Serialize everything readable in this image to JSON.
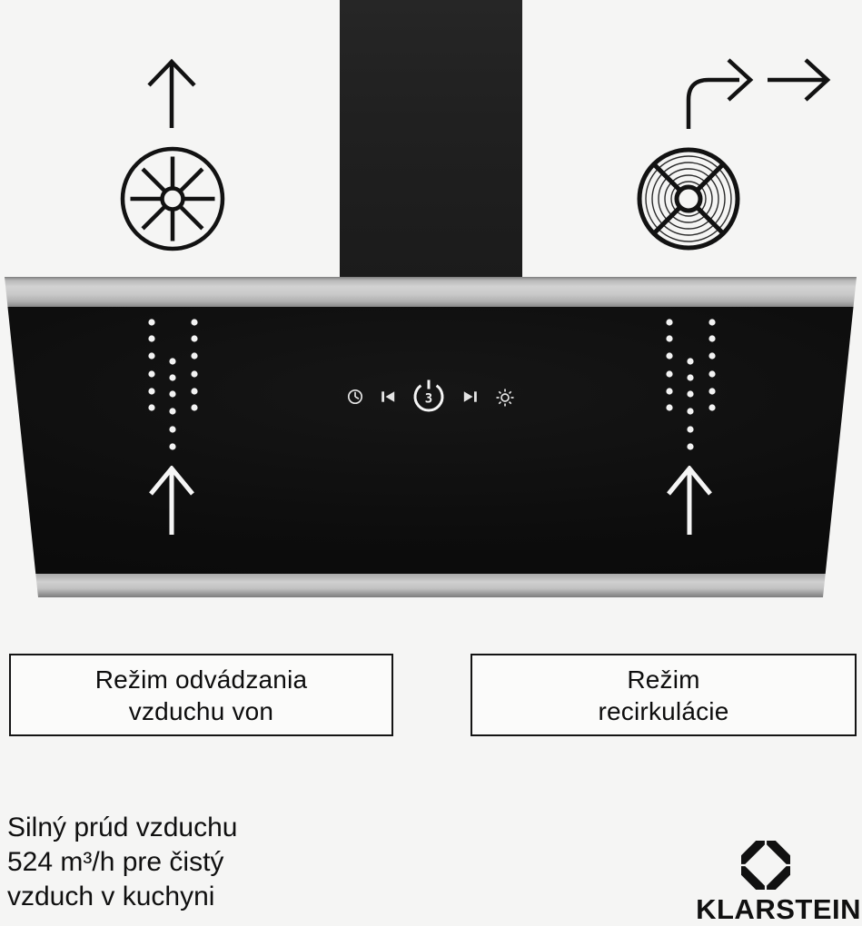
{
  "modes": {
    "exhaust": {
      "line1": "Režim odvádzania",
      "line2": "vzduchu von"
    },
    "recirculation": {
      "line1": "Režim",
      "line2": "recirkulácie"
    }
  },
  "hood": {
    "brand": "KLARSTEIN",
    "controls": {
      "power_level": "3",
      "icons": [
        "timer",
        "speed-down",
        "power",
        "speed-up",
        "light"
      ]
    }
  },
  "footer": {
    "tagline": [
      "Silný prúd vzduchu",
      "524 m³/h pre čistý",
      "vzduch v kuchyni"
    ],
    "brand": "KLARSTEIN"
  },
  "colors": {
    "background": "#f5f5f4",
    "steel": "#c9c9c9",
    "glass_black": "#0c0c0c",
    "line_black": "#121212",
    "dot_white": "#f2f2f2"
  }
}
